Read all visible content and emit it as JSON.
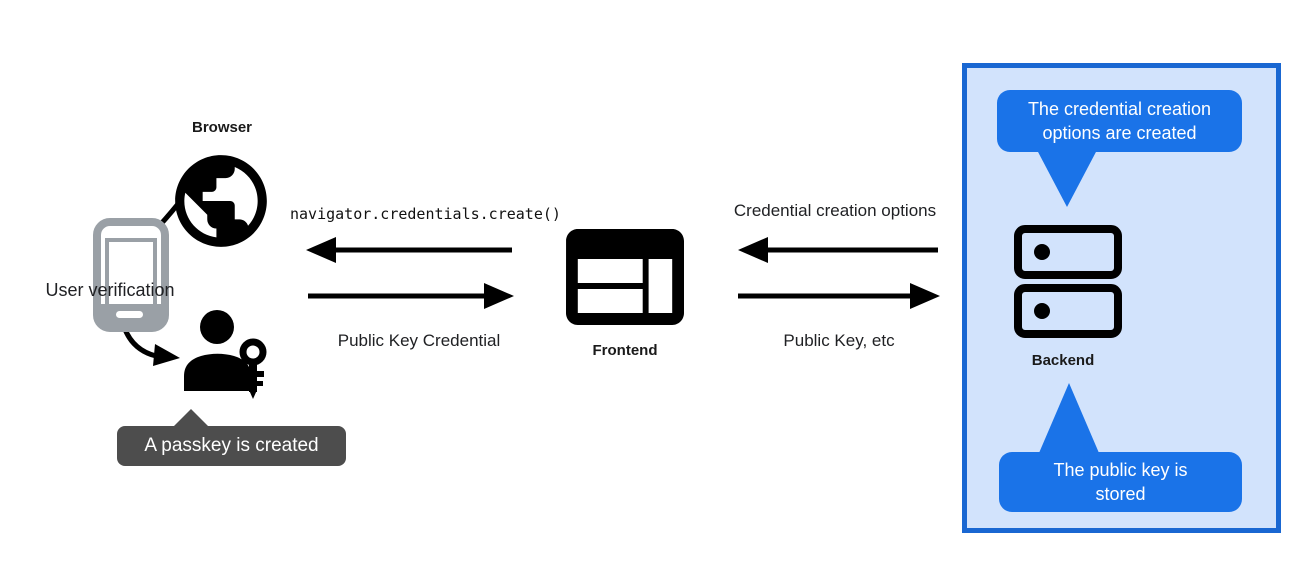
{
  "diagram": {
    "title_implicit": "Passkey creation flow",
    "colors": {
      "background": "#ffffff",
      "accent_blue": "#1a73e8",
      "panel_border": "#1967d2",
      "panel_background": "#d2e3fc",
      "dark_tooltip_background": "#4d4d4d",
      "icon_black": "#000000",
      "phone_gray": "#9aa0a6",
      "text": "#202124"
    },
    "nodes": {
      "browser": {
        "label": "Browser",
        "icon": "globe-icon"
      },
      "user_verification": {
        "label": "User verification",
        "icon": "phone-icon"
      },
      "passkey_user": {
        "icon": "person-key-icon"
      },
      "frontend": {
        "label": "Frontend",
        "icon": "browser-window-icon"
      },
      "backend": {
        "label": "Backend",
        "icon": "server-icon"
      }
    },
    "messages": {
      "create_call": {
        "label": "navigator.credentials.create()",
        "direction": "frontend-to-browser"
      },
      "public_key_credential": {
        "label": "Public Key Credential",
        "direction": "browser-to-frontend"
      },
      "credential_creation_options": {
        "label": "Credential creation options",
        "direction": "backend-to-frontend"
      },
      "public_key_etc": {
        "label": "Public Key, etc",
        "direction": "frontend-to-backend"
      }
    },
    "callouts": {
      "passkey_created": {
        "text": "A passkey is created",
        "style": "dark"
      },
      "options_created": {
        "text": "The credential creation options are created",
        "style": "blue"
      },
      "key_stored": {
        "text": "The public key is stored",
        "style": "blue"
      }
    }
  }
}
